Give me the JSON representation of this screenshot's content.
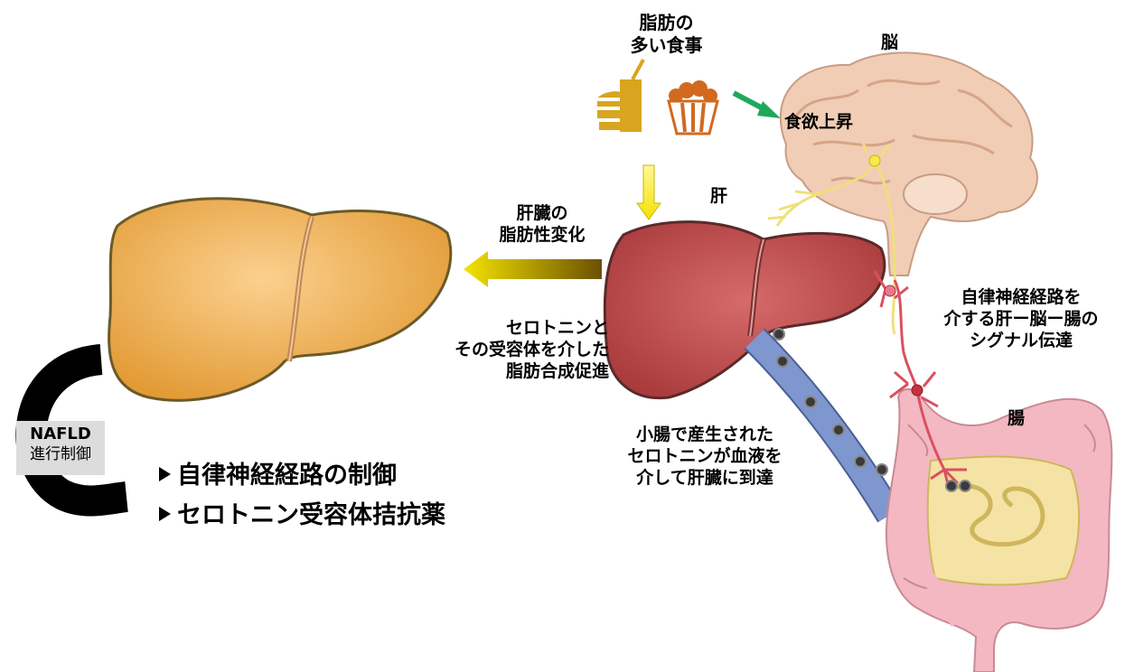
{
  "food": {
    "title_line1": "脂肪の",
    "title_line2": "多い食事",
    "burger_icon": "burger-drink-icon",
    "popcorn_icon": "popcorn-icon"
  },
  "brain": {
    "label": "脳",
    "appetite": "食欲上昇"
  },
  "liver": {
    "label": "肝"
  },
  "intestine": {
    "label": "腸"
  },
  "fatty_change": {
    "line1": "肝臓の",
    "line2": "脂肪性変化"
  },
  "serotonin_lipogenesis": {
    "line1": "セロトニンと",
    "line2": "その受容体を介した",
    "line3": "脂肪合成促進"
  },
  "serotonin_blood": {
    "line1": "小腸で産生された",
    "line2": "セロトニンが血液を",
    "line3": "介して肝臓に到達"
  },
  "signal": {
    "line1": "自律神経経路を",
    "line2": "介する肝ー脳ー腸の",
    "line3": "シグナル伝達"
  },
  "nafld": {
    "line1": "NAFLD",
    "line2": "進行制御"
  },
  "controls": {
    "item1": "自律神経経路の制御",
    "item2": "セロトニン受容体拮抗薬"
  },
  "colors": {
    "fatty_liver": "#eca94b",
    "normal_liver": "#b84a4a",
    "vessel": "#7f97cf",
    "brain": "#f1cdb6",
    "intestine": "#f3b8c2",
    "nerve_yellow": "#efe07a",
    "nerve_red": "#d9515f",
    "arrow_green": "#1ea95a",
    "arrow_gold": "#a88a00",
    "food_gold": "#d9a520",
    "food_orange": "#d2691e"
  }
}
